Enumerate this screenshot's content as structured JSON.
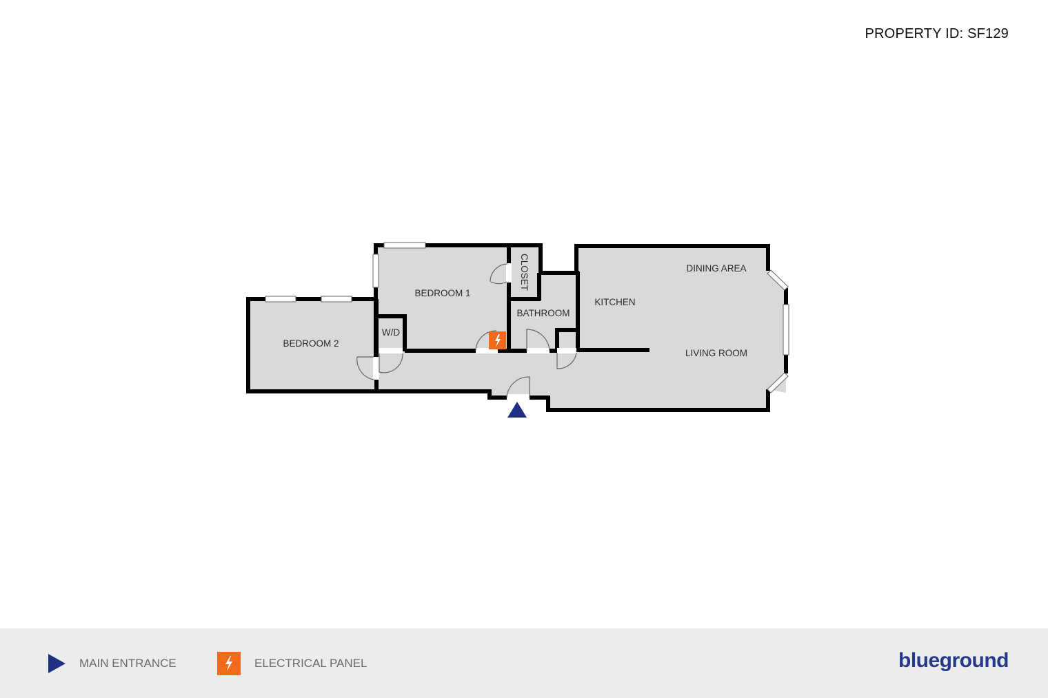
{
  "header": {
    "property_id": "PROPERTY ID: SF129"
  },
  "floor_plan": {
    "fill_color": "#d9d9d9",
    "wall_color": "#000000",
    "rooms": [
      {
        "id": "bedroom2",
        "label": "BEDROOM 2"
      },
      {
        "id": "bedroom1",
        "label": "BEDROOM 1"
      },
      {
        "id": "wd",
        "label": "W/D"
      },
      {
        "id": "closet",
        "label": "CLOSET"
      },
      {
        "id": "bathroom",
        "label": "BATHROOM"
      },
      {
        "id": "kitchen",
        "label": "KITCHEN"
      },
      {
        "id": "dining",
        "label": "DINING AREA"
      },
      {
        "id": "living",
        "label": "LIVING ROOM"
      }
    ],
    "markers": {
      "entrance_color": "#1f2f84",
      "electrical_color": "#f26b1d"
    }
  },
  "legend": {
    "items": [
      {
        "icon": "entrance-triangle-icon",
        "label": "MAIN ENTRANCE",
        "color": "#1f2f84"
      },
      {
        "icon": "electrical-panel-icon",
        "label": "ELECTRICAL PANEL",
        "color": "#f26b1d"
      }
    ]
  },
  "brand": {
    "name": "blueground",
    "color": "#243a8a"
  }
}
